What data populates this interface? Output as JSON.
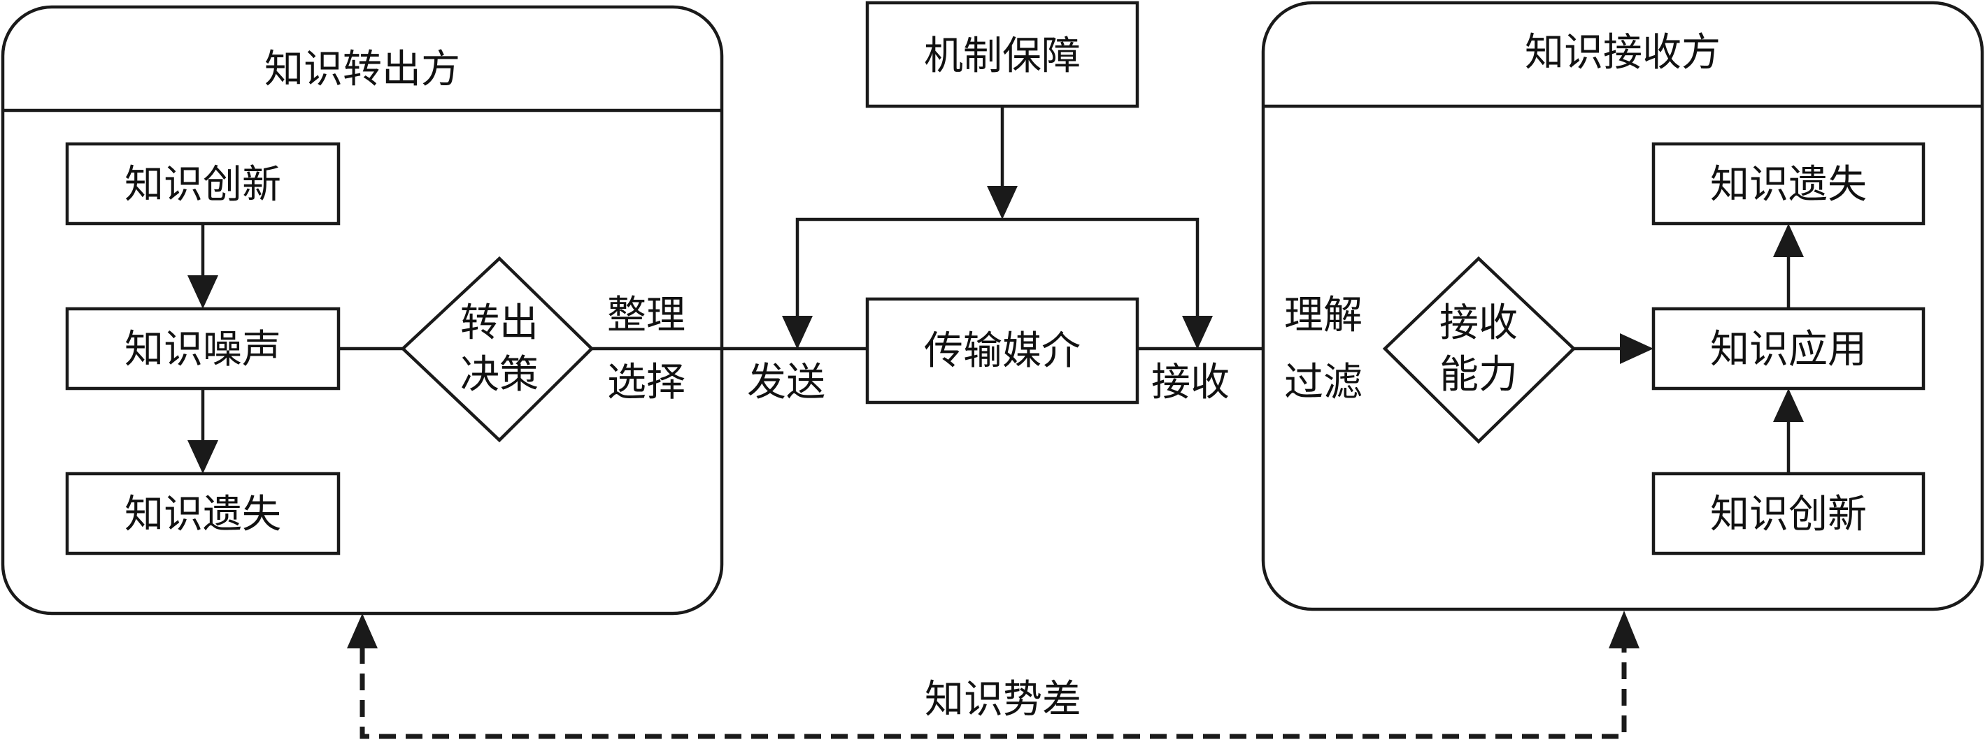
{
  "colors": {
    "stroke": "#1a1a1a",
    "text": "#111111",
    "background": "#ffffff"
  },
  "left_panel": {
    "title": "知识转出方",
    "nodes": {
      "innovation": "知识创新",
      "noise": "知识噪声",
      "loss": "知识遗失",
      "decision_line1": "转出",
      "decision_line2": "决策"
    },
    "edge_label_line1": "整理",
    "edge_label_line2": "选择"
  },
  "center": {
    "mechanism": "机制保障",
    "medium": "传输媒介",
    "send": "发送",
    "receive": "接收"
  },
  "right_panel": {
    "title": "知识接收方",
    "nodes": {
      "loss": "知识遗失",
      "application": "知识应用",
      "innovation": "知识创新",
      "ability_line1": "接收",
      "ability_line2": "能力"
    },
    "edge_label_line1": "理解",
    "edge_label_line2": "过滤"
  },
  "bottom_label": "知识势差"
}
